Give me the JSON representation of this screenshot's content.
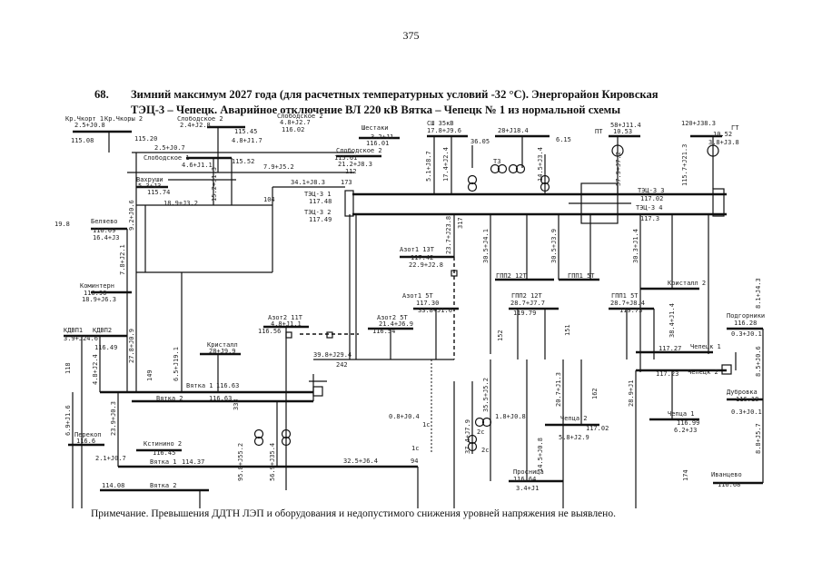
{
  "page_number": "375",
  "heading": {
    "number": "68.",
    "line1": "Зимний максимум 2027 года (для расчетных температурных условий -32 °С). Энергорайон Кировская",
    "line2": "ТЭЦ-3 – Чепецк. Аварийное отключение ВЛ 220 кВ Вятка – Чепецк № 1 из нормальной схемы"
  },
  "note": "Примечание. Превышения ДДТН ЛЭП и оборудования и недопустимого снижения уровней напряжения не выявлено.",
  "diagram": {
    "nodes": [
      {
        "id": "kr-ivory1",
        "label": "Кр.Чкорт 1",
        "v": "2.5+J0.8",
        "u": "115.08",
        "note": ""
      },
      {
        "id": "kr-ivory2",
        "label": "Кр.Чкоры 2",
        "v": "",
        "u": "115.20",
        "note": ""
      },
      {
        "id": "slobodskoe2-top",
        "label": "Слободское 2",
        "v": "2.4+J2.8",
        "u": "115.45",
        "note": ""
      },
      {
        "id": "slobodskoe2b",
        "label": "Слободское 2",
        "v": "4.8+J2.7",
        "u": "116.02",
        "note": ""
      },
      {
        "id": "shestaki",
        "label": "Шестаки",
        "v": "3.2+J1",
        "u": "116.01",
        "note": ""
      },
      {
        "id": "ss35",
        "label": "СШ 35кВ",
        "v": "",
        "u": "",
        "note": "17.8+J9.6"
      },
      {
        "id": "t3",
        "label": "Т3",
        "v": "",
        "u": "",
        "note": "28+J18.4"
      },
      {
        "id": "pt",
        "label": "ПТ",
        "v": "58+J11.4",
        "u": "10.53",
        "note": ""
      },
      {
        "id": "gt",
        "label": "ГТ",
        "v": "120+J38.3",
        "u": "10.52",
        "note": "3.8+J3.8"
      },
      {
        "id": "slobodskoe1",
        "label": "Слободское 1",
        "v": "4.6+J1.1",
        "u": "115.52",
        "note": ""
      },
      {
        "id": "slobodskoe2-mid",
        "label": "Слободское 2",
        "v": "",
        "u": "115.61",
        "note": ""
      },
      {
        "id": "vahrushi",
        "label": "Вахруши",
        "v": "5.3+J3",
        "u": "115.74",
        "note": ""
      },
      {
        "id": "tec3-1",
        "label": "ТЭЦ-3 1",
        "v": "",
        "u": "117.48",
        "note": ""
      },
      {
        "id": "tec3-2",
        "label": "ТЭЦ-3 2",
        "v": "",
        "u": "117.49",
        "note": ""
      },
      {
        "id": "tec3-3",
        "label": "ТЭЦ-3 3",
        "v": "",
        "u": "117.02",
        "note": ""
      },
      {
        "id": "tec3-4",
        "label": "ТЭЦ-3 4",
        "v": "",
        "u": "117.3",
        "note": ""
      },
      {
        "id": "belyaevo",
        "label": "Беляево",
        "v": "16.4+J3",
        "u": "116.09",
        "note": ""
      },
      {
        "id": "azot1-13t",
        "label": "Азот1 13Т",
        "v": "22.9+J2.8",
        "u": "117.42",
        "note": ""
      },
      {
        "id": "kominterm",
        "label": "Коминтерн",
        "v": "18.9+J6.3",
        "u": "116.96",
        "note": ""
      },
      {
        "id": "gpp2-12t",
        "label": "ГПП2 12Т",
        "v": "",
        "u": "",
        "note": ""
      },
      {
        "id": "gpp1-5t",
        "label": "ГПП1 5Т",
        "v": "",
        "u": "",
        "note": ""
      },
      {
        "id": "azot1-5t",
        "label": "Азот1 5Т",
        "v": "33.8+J1.6",
        "u": "117.30",
        "note": ""
      },
      {
        "id": "gpp2-12t-b",
        "label": "ГПП2 12Т",
        "v": "28.7+J7.7",
        "u": "119.79",
        "note": ""
      },
      {
        "id": "gpp1-5t-b",
        "label": "ГПП1 5Т",
        "v": "28.7+J8.4",
        "u": "119.73",
        "note": ""
      },
      {
        "id": "kristall2",
        "label": "Кристалл 2",
        "v": "",
        "u": "",
        "note": ""
      },
      {
        "id": "podgorodniki",
        "label": "Подгорники",
        "v": "0.3+J0.1",
        "u": "116.28",
        "note": ""
      },
      {
        "id": "kdvp1",
        "label": "КДВП1",
        "v": "3.9+J24.6",
        "u": "",
        "note": ""
      },
      {
        "id": "kdvp2",
        "label": "КДВП2",
        "v": "",
        "u": "116.49",
        "note": ""
      },
      {
        "id": "azot2-11t",
        "label": "Азот2 11Т",
        "v": "4.8+J1.1",
        "u": "116.56",
        "note": ""
      },
      {
        "id": "azot2-5t",
        "label": "Азот2 5Т",
        "v": "21.4+J6.9",
        "u": "116.54",
        "note": ""
      },
      {
        "id": "kristall",
        "label": "Кристалл",
        "v": "28+J9.9",
        "u": "",
        "note": ""
      },
      {
        "id": "chepetsk1",
        "label": "Чепецк 1",
        "v": "",
        "u": "117.27",
        "note": ""
      },
      {
        "id": "chepetsk2",
        "label": "Чепецк 2",
        "v": "",
        "u": "117.23",
        "note": ""
      },
      {
        "id": "vyatka1",
        "label": "Вятка 1",
        "v": "",
        "u": "116.63",
        "note": ""
      },
      {
        "id": "vyatka2",
        "label": "Вятка 2",
        "v": "",
        "u": "116.63",
        "note": ""
      },
      {
        "id": "dubrovka",
        "label": "Дубровка",
        "v": "0.3+J0.1",
        "u": "116.18",
        "note": ""
      },
      {
        "id": "perekop",
        "label": "Перекоп",
        "v": "",
        "u": "116.6",
        "note": ""
      },
      {
        "id": "ketmino2",
        "label": "Кстинино 2",
        "v": "",
        "u": "116.45",
        "note": ""
      },
      {
        "id": "chepetsk-sub2",
        "label": "Чепца 2",
        "v": "5.8+J2.9",
        "u": "117.02",
        "note": ""
      },
      {
        "id": "chepetsk-sub1",
        "label": "Чепца 1",
        "v": "6.2+J3",
        "u": "116.99",
        "note": ""
      },
      {
        "id": "vyatka1-b",
        "label": "Вятка 1",
        "v": "",
        "u": "114.37",
        "note": ""
      },
      {
        "id": "vyatka2-b",
        "label": "Вятка 2",
        "v": "",
        "u": "114.08",
        "note": ""
      },
      {
        "id": "prosnica",
        "label": "Просница",
        "v": "3.4+J1",
        "u": "116.64",
        "note": ""
      },
      {
        "id": "ivantsevo",
        "label": "Иванцево",
        "v": "",
        "u": "116.68",
        "note": ""
      }
    ],
    "flows": [
      {
        "id": "f1",
        "text": "2.5+J0.7"
      },
      {
        "id": "f2",
        "text": "4.8+J1.7"
      },
      {
        "id": "f3",
        "text": "21.2+J8.3"
      },
      {
        "id": "f4",
        "text": "7.9+J5.2"
      },
      {
        "id": "f5",
        "text": "34.1+J8.3"
      },
      {
        "id": "f6",
        "text": "18.9+J3.2"
      },
      {
        "id": "f7",
        "text": "39.8+J29.4"
      },
      {
        "id": "f8",
        "text": "32.5+J6.4"
      },
      {
        "id": "f9",
        "text": "0.8+J0.4"
      },
      {
        "id": "f10",
        "text": "1.8+J0.8"
      },
      {
        "id": "f11",
        "text": "2.1+J0.7"
      }
    ],
    "vertical_flows": [
      {
        "id": "v1",
        "text": "5.1+J8.7"
      },
      {
        "id": "v2",
        "text": "17.4+J2.4"
      },
      {
        "id": "v3",
        "text": "14.5+J3.4"
      },
      {
        "id": "v4",
        "text": "57.9+J7.2"
      },
      {
        "id": "v5",
        "text": "115.7+J21.3"
      },
      {
        "id": "v6",
        "text": "15.2+J1.3"
      },
      {
        "id": "v7",
        "text": "9.2+J0.6"
      },
      {
        "id": "v8",
        "text": "7.8+J2.1"
      },
      {
        "id": "v9",
        "text": "23.7+J23.8"
      },
      {
        "id": "v10",
        "text": "30.5+J4.1"
      },
      {
        "id": "v11",
        "text": "30.5+J3.9"
      },
      {
        "id": "v12",
        "text": "30.3+J1.4"
      },
      {
        "id": "v13",
        "text": "38.4+J1.4"
      },
      {
        "id": "v14",
        "text": "6.5+J19.1"
      },
      {
        "id": "v15",
        "text": "27.8+J0.9"
      },
      {
        "id": "v16",
        "text": "4.8+J2.4"
      },
      {
        "id": "v17",
        "text": "6.9+J1.6"
      },
      {
        "id": "v18",
        "text": "23.9+J0.3"
      },
      {
        "id": "v19",
        "text": "95.8+J55.2"
      },
      {
        "id": "v20",
        "text": "56.9+J35.4"
      },
      {
        "id": "v21",
        "text": "37.4+J7.9"
      },
      {
        "id": "v22",
        "text": "35.5+J5.2"
      },
      {
        "id": "v23",
        "text": "20.7+J1.3"
      },
      {
        "id": "v24",
        "text": "28.9+J1"
      },
      {
        "id": "v25",
        "text": "14.5+J0.8"
      },
      {
        "id": "v26",
        "text": "8.8+J5.7"
      },
      {
        "id": "v27",
        "text": "8.5+J0.6"
      },
      {
        "id": "v28",
        "text": "8.1+J4.3"
      }
    ],
    "small_tags": [
      {
        "id": "s1",
        "text": "112"
      },
      {
        "id": "s2",
        "text": "173"
      },
      {
        "id": "s3",
        "text": "104"
      },
      {
        "id": "s4",
        "text": "19.8"
      },
      {
        "id": "s5",
        "text": "317"
      },
      {
        "id": "s6",
        "text": "152"
      },
      {
        "id": "s7",
        "text": "151"
      },
      {
        "id": "s8",
        "text": "242"
      },
      {
        "id": "s9",
        "text": "94"
      },
      {
        "id": "s10",
        "text": "1с"
      },
      {
        "id": "s11",
        "text": "2с"
      },
      {
        "id": "s12",
        "text": "1с"
      },
      {
        "id": "s13",
        "text": "2с"
      },
      {
        "id": "s14",
        "text": "333"
      },
      {
        "id": "s15",
        "text": "36.05"
      },
      {
        "id": "s16",
        "text": "6.15"
      },
      {
        "id": "s17",
        "text": "118"
      },
      {
        "id": "s18",
        "text": "149"
      },
      {
        "id": "s19",
        "text": "162"
      },
      {
        "id": "s20",
        "text": "174"
      }
    ]
  }
}
